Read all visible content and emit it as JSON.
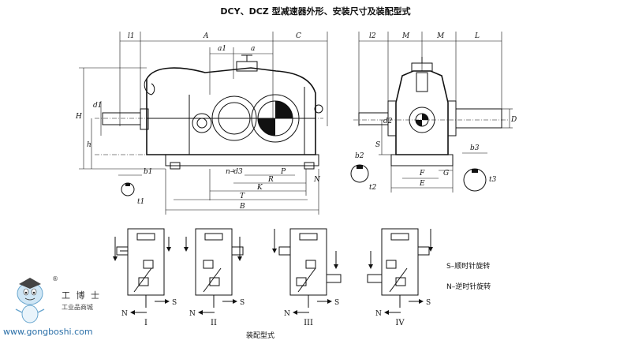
{
  "title": "DCY、DCZ 型减速器外形、安装尺寸及装配型式",
  "dims_front": {
    "l1": "l1",
    "A": "A",
    "C": "C",
    "a1": "a1",
    "a": "a",
    "H": "H",
    "h": "h",
    "d1": "d1",
    "b1": "b1",
    "t1": "t1",
    "n_d3": "n–d3",
    "P": "P",
    "R": "R",
    "N": "N",
    "K": "K",
    "T": "T",
    "B": "B"
  },
  "dims_side": {
    "l2": "l2",
    "M1": "M",
    "M2": "M",
    "L": "L",
    "d2": "d2",
    "D": "D",
    "S": "S",
    "b2": "b2",
    "t2": "t2",
    "b3": "b3",
    "t3": "t3",
    "F": "F",
    "G": "G",
    "E": "E"
  },
  "assembly": {
    "caption": "装配型式",
    "types": [
      "I",
      "II",
      "III",
      "IV"
    ],
    "marks": {
      "S": "S",
      "N": "N"
    }
  },
  "legend": {
    "s_meaning": "S–顺时针旋转",
    "n_meaning": "N–逆时针旋转"
  },
  "watermark": {
    "name": "工 博 士",
    "sub": "工业品商城",
    "url": "www.gongboshi.com",
    "registered": "®"
  }
}
